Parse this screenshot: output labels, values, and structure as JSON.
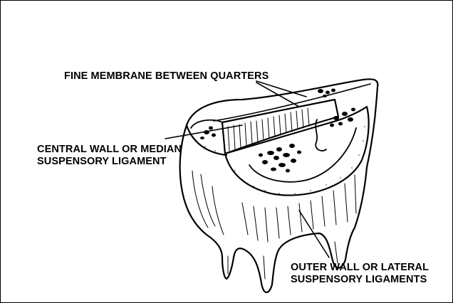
{
  "labels": {
    "membrane": "FINE MEMBRANE BETWEEN QUARTERS",
    "central": [
      "CENTRAL WALL OR MEDIAN",
      "SUSPENSORY LIGAMENT"
    ],
    "outer": [
      "OUTER WALL OR LATERAL",
      "SUSPENSORY LIGAMENTS"
    ]
  },
  "colors": {
    "ink": "#000000",
    "paper": "#ffffff"
  }
}
